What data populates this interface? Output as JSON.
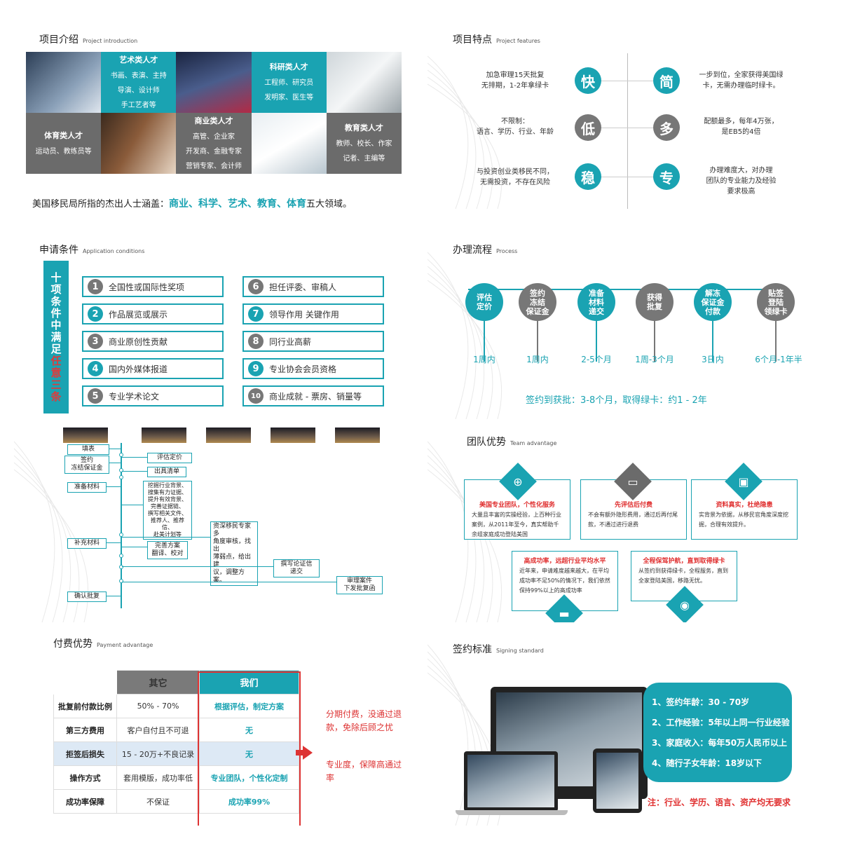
{
  "colors": {
    "accent": "#1aa3b2",
    "grey": "#6b6b6b",
    "red": "#e03030"
  },
  "s1": {
    "title": "项目介绍",
    "title_en": "Project introduction",
    "cells": [
      {
        "title": "艺术类人才",
        "lines": [
          "书画、表演、主持",
          "导演、设计师",
          "手工艺者等"
        ]
      },
      {
        "title": "科研类人才",
        "lines": [
          "工程师、研究员",
          "发明家、医生等"
        ]
      },
      {
        "title": "体育类人才",
        "lines": [
          "运动员、教练员等"
        ]
      },
      {
        "title": "商业类人才",
        "lines": [
          "高管、企业家",
          "开发商、金融专家",
          "营销专家、会计师"
        ]
      },
      {
        "title": "教育类人才",
        "lines": [
          "教师、校长、作家",
          "记者、主编等"
        ]
      }
    ],
    "bottom_prefix": "美国移民局所指的杰出人士涵盖：",
    "bottom_highlight": "商业、科学、艺术、教育、体育",
    "bottom_suffix": "五大领域。"
  },
  "s2": {
    "title": "项目特点",
    "title_en": "Project features",
    "features": [
      {
        "char": "快",
        "text": [
          "加急审理15天批复",
          "无排期，1-2年拿绿卡"
        ]
      },
      {
        "char": "简",
        "text": [
          "一步到位，全家获得美国绿",
          "卡，无需办理临时绿卡。"
        ]
      },
      {
        "char": "低",
        "text": [
          "不限制：",
          "语言、学历、行业、年龄"
        ]
      },
      {
        "char": "多",
        "text": [
          "配额最多，每年4万张，",
          "是EB5的4倍"
        ]
      },
      {
        "char": "稳",
        "text": [
          "与投资创业类移民不同，",
          "无需投资，不存在风险"
        ]
      },
      {
        "char": "专",
        "text": [
          "办理难度大，对办理",
          "团队的专业能力及经验",
          "要求极高"
        ]
      }
    ]
  },
  "s3": {
    "title": "申请条件",
    "title_en": "Application conditions",
    "vbar_a": [
      "十",
      "项",
      "条",
      "件",
      "中",
      "满",
      "足"
    ],
    "vbar_b": [
      "任",
      "意",
      "三",
      "条"
    ],
    "conditions": [
      {
        "n": "1",
        "text": "全国性或国际性奖项"
      },
      {
        "n": "2",
        "text": "作品展览或展示"
      },
      {
        "n": "3",
        "text": "商业原创性贡献"
      },
      {
        "n": "4",
        "text": "国内外媒体报道"
      },
      {
        "n": "5",
        "text": "专业学术论文"
      },
      {
        "n": "6",
        "text": "担任评委、审稿人"
      },
      {
        "n": "7",
        "text": "领导作用 关键作用"
      },
      {
        "n": "8",
        "text": "同行业高薪"
      },
      {
        "n": "9",
        "text": "专业协会会员资格"
      },
      {
        "n": "10",
        "text": "商业成就 - 票房、销量等"
      }
    ]
  },
  "s4": {
    "title": "办理流程",
    "title_en": "Process",
    "steps": [
      {
        "label": [
          "评估",
          "定价"
        ],
        "time": "1周内"
      },
      {
        "label": [
          "签约",
          "冻结",
          "保证金"
        ],
        "time": "1周内"
      },
      {
        "label": [
          "准备",
          "材料",
          "递交"
        ],
        "time": "2-5个月"
      },
      {
        "label": [
          "获得",
          "批复"
        ],
        "time": "1周-3个月"
      },
      {
        "label": [
          "解冻",
          "保证金",
          "付款"
        ],
        "time": "3日内"
      },
      {
        "label": [
          "贴签",
          "登陆",
          "领绿卡"
        ],
        "time": "6个月-1年半"
      }
    ],
    "summary": "签约到获批：3-8个月，取得绿卡：约1 - 2年"
  },
  "s5": {
    "left": [
      "填表",
      "签约\n冻结保证金",
      "准备材料",
      "补充材料",
      "确认批复"
    ],
    "mid": [
      "评估定价",
      "出具清单",
      "挖掘行业背景、\n搜集有力证据、\n提升有效背景、\n完善证据链、\n撰写相关文件、\n推荐人、推荐信、\n赴美计划等",
      "完善方案\n翻译、校对"
    ],
    "right": [
      "资深移民专家多\n角度审核，找出\n薄弱点，给出建\n议，调整方案。",
      "撰写论证信\n递交",
      "审理案件\n下发批复函"
    ]
  },
  "s6": {
    "title": "团队优势",
    "title_en": "Team advantage",
    "cards": [
      {
        "h": "美国专业团队，个性化服务",
        "b": "大量且丰富的实操经验，上百种行业案例，从2011年至今，真实帮助千余组家庭成功登陆美国"
      },
      {
        "h": "先评估后付费",
        "b": "不会有额外隐形费用，通过后再付尾款，不通过进行退费"
      },
      {
        "h": "资料真实，杜绝隐患",
        "b": "实背景为依据，从移民官角度深度挖掘，合理有效提升。"
      },
      {
        "h": "高成功率，远超行业平均水平",
        "b": "近年来，申请难度越来越大，在平均成功率不足50%的情况下，我们依然保持99%以上的高成功率"
      },
      {
        "h": "全程保驾护航，直到取得绿卡",
        "b": "从签约到获得绿卡，全程服务，直到全家登陆美国，移路无忧。"
      }
    ]
  },
  "s7": {
    "title": "付费优势",
    "title_en": "Payment advantage",
    "headers": [
      "",
      "其它",
      "我们"
    ],
    "rows": [
      [
        "批复前付款比例",
        "50% - 70%",
        "根据评估，制定方案"
      ],
      [
        "第三方费用",
        "客户自付且不可退",
        "无"
      ],
      [
        "拒签后损失",
        "15 - 20万+不良记录",
        "无"
      ],
      [
        "操作方式",
        "套用模版，成功率低",
        "专业团队，个性化定制"
      ],
      [
        "成功率保障",
        "不保证",
        "成功率99%"
      ]
    ],
    "note1": "分期付费，没通过退款，免除后顾之忧",
    "note2": "专业度，保障高通过率"
  },
  "s8": {
    "title": "签约标准",
    "title_en": "Signing standard",
    "items": [
      "1、签约年龄：30 - 70岁",
      "2、工作经验：5年以上同一行业经验",
      "3、家庭收入：每年50万人民币以上",
      "4、随行子女年龄：18岁以下"
    ],
    "note": "注：行业、学历、语言、资产均无要求"
  }
}
